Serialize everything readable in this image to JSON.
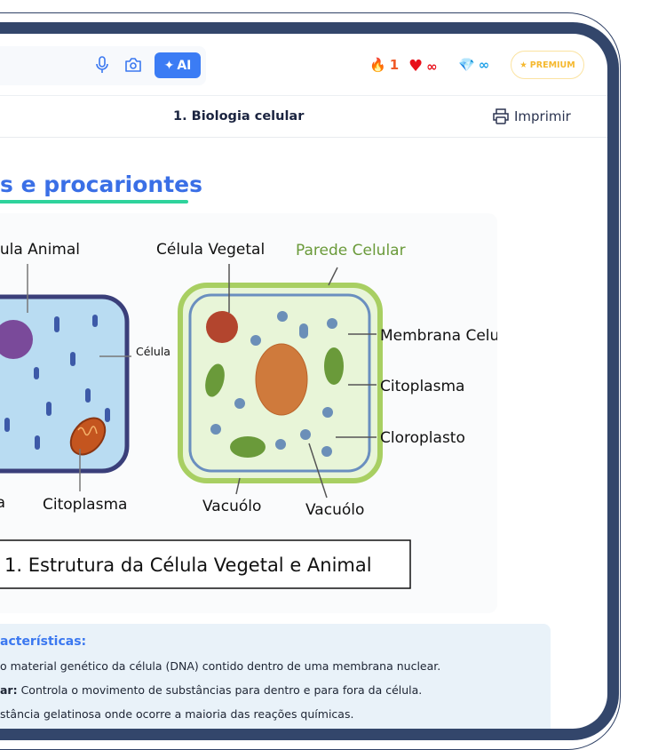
{
  "topbar": {
    "ai_label": "AI",
    "streak": "1",
    "lives": "∞",
    "gems": "∞",
    "premium_label": "PREMIUM"
  },
  "subbar": {
    "title": "1. Biologia celular",
    "print_label": "Imprimir"
  },
  "heading": "s e procariontes",
  "diagram": {
    "animal_title": "Célula Animal",
    "animal_membrane": "Célula",
    "animal_cytoplasm": "Citoplasma",
    "animal_partial": "a",
    "plant_title": "Célula Vegetal",
    "cell_wall": "Parede Celular",
    "membrane": "Membrana Celular",
    "cytoplasm": "Citoplasma",
    "chloroplast": "Cloroplasto",
    "vacuole1": "Vacuólo",
    "vacuole2": "Vacuólo",
    "caption": "1. Estrutura da Célula Vegetal e Animal"
  },
  "info": {
    "heading": "acterísticas:",
    "line1": "o material genético da célula (DNA) contido dentro de uma membrana nuclear.",
    "line2_bold": "ar:",
    "line2": " Controla o movimento de substâncias para dentro e para fora da célula.",
    "line3": "stância gelatinosa onde ocorre a maioria das reações químicas."
  },
  "colors": {
    "accent": "#3b7cf4",
    "frame": "#33466b",
    "underline": "#2fd39c",
    "premium": "#f5b82e"
  }
}
